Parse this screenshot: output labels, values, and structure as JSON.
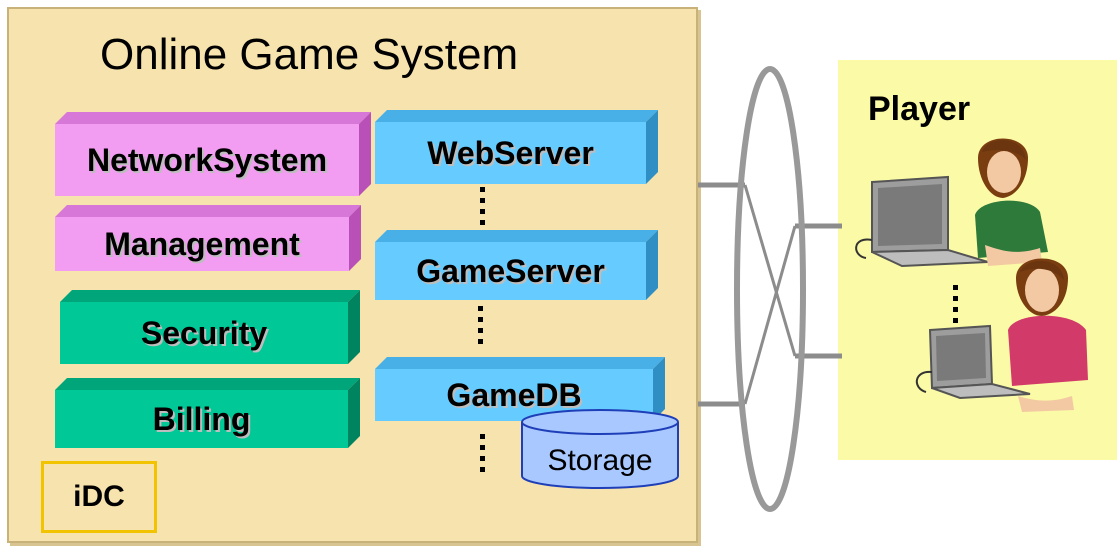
{
  "system": {
    "title": "Online Game System"
  },
  "left_blocks": [
    {
      "label": "NetworkSystem",
      "color": "pink"
    },
    {
      "label": "Management",
      "color": "pink"
    },
    {
      "label": "Security",
      "color": "green"
    },
    {
      "label": "Billing",
      "color": "green"
    }
  ],
  "server_blocks": [
    {
      "label": "WebServer"
    },
    {
      "label": "GameServer"
    },
    {
      "label": "GameDB"
    }
  ],
  "storage": {
    "label": "Storage"
  },
  "idc": {
    "label": "iDC"
  },
  "player": {
    "label": "Player"
  },
  "colors": {
    "panel": "#f7e3ad",
    "player_panel": "#fbfaa6",
    "pink": "#f29cf2",
    "green": "#00c896",
    "blue": "#66ccff",
    "idc_border": "#f2c300"
  },
  "icons": [
    "network-ellipse-icon",
    "laptop-icon",
    "person-icon"
  ]
}
